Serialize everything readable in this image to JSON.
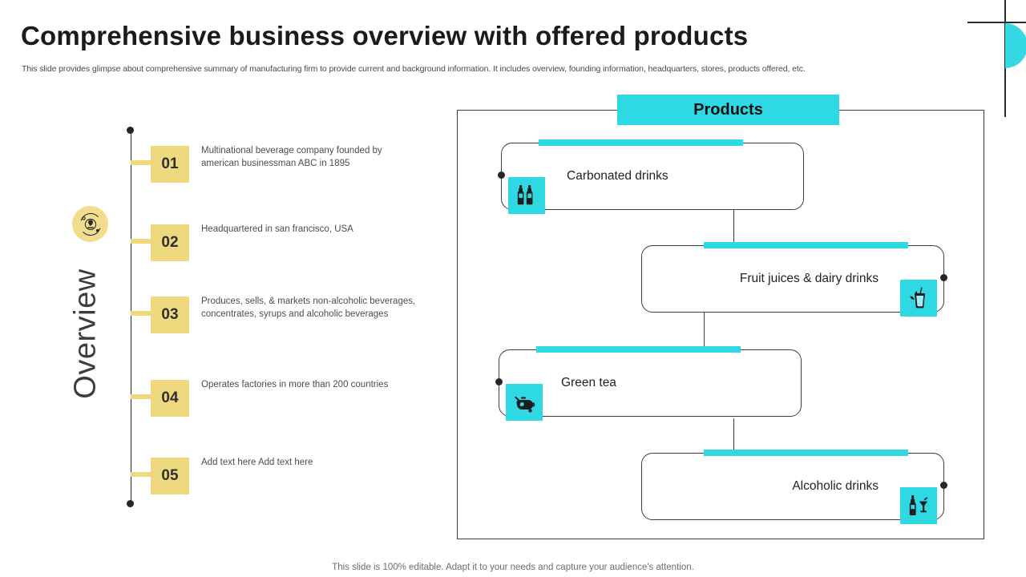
{
  "header": {
    "title": "Comprehensive business overview with offered products",
    "subtitle": "This slide provides glimpse about comprehensive summary of manufacturing firm to provide current and background information. It includes overview, founding information, headquarters, stores, products offered, etc."
  },
  "colors": {
    "accent_cyan": "#2fd9e3",
    "accent_yellow": "#eed97e",
    "outline_dark": "#3c3c44",
    "text_dark": "#232323",
    "text_body": "#4d4d4d"
  },
  "overview": {
    "label": "Overview",
    "icon": "orbit-target-icon",
    "steps": [
      {
        "number": "01",
        "text": "Multinational beverage  company founded by american  businessman ABC in 1895"
      },
      {
        "number": "02",
        "text": "Headquartered  in san francisco, USA"
      },
      {
        "number": "03",
        "text": "Produces, sells, & markets non-alcoholic beverages,  concentrates, syrups and alcoholic beverages"
      },
      {
        "number": "04",
        "text": "Operates factories in more than 200 countries"
      },
      {
        "number": "05",
        "text": "Add text here Add text here"
      }
    ]
  },
  "products": {
    "tab_label": "Products",
    "cards": [
      {
        "label": "Carbonated drinks",
        "icon": "two-bottles-icon",
        "side": "left"
      },
      {
        "label": "Fruit juices & dairy drinks",
        "icon": "juice-glass-icon",
        "side": "right"
      },
      {
        "label": "Green tea",
        "icon": "teapot-icon",
        "side": "left"
      },
      {
        "label": "Alcoholic drinks",
        "icon": "wine-bottle-glass-icon",
        "side": "right"
      }
    ]
  },
  "footer": {
    "note": "This slide is 100% editable. Adapt it to your needs and capture your audience's attention."
  }
}
